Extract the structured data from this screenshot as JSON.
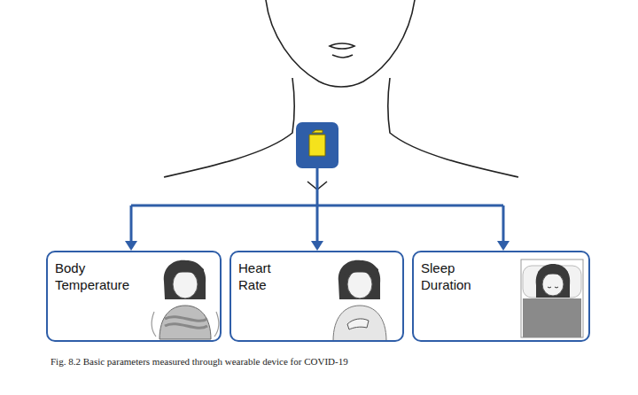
{
  "diagram": {
    "caption": "Fig. 8.2 Basic parameters measured through wearable device for COVID-19",
    "nodes": [
      {
        "text": [
          "Body Temperature"
        ]
      },
      {
        "text": [
          "Heart Rate"
        ]
      },
      {
        "text": [
          "Sleep Duration"
        ]
      }
    ]
  }
}
